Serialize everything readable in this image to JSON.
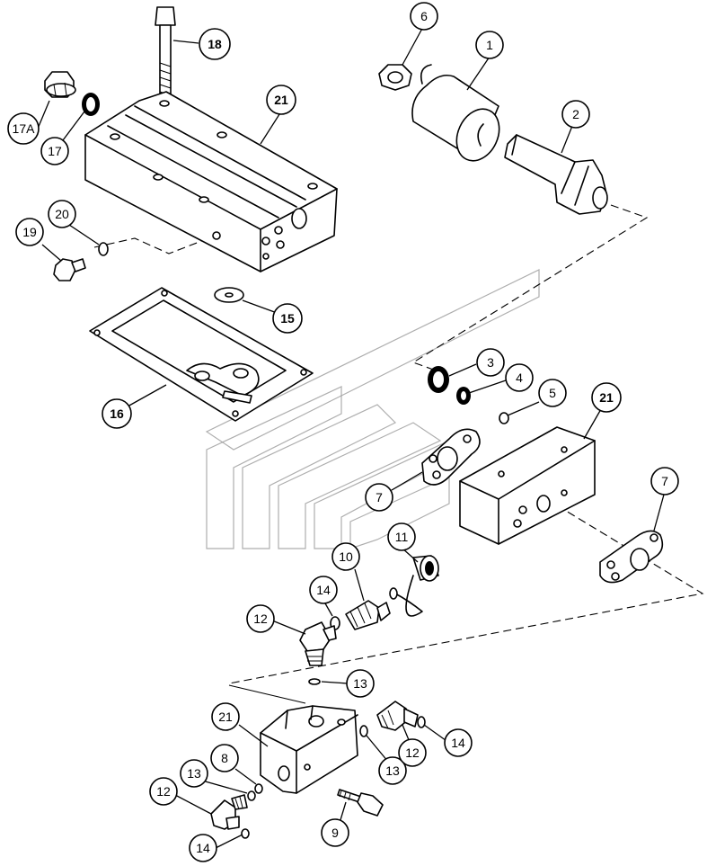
{
  "callouts": [
    {
      "id": "c18",
      "label": "18",
      "bold": true
    },
    {
      "id": "c6",
      "label": "6",
      "bold": false
    },
    {
      "id": "c1",
      "label": "1",
      "bold": false
    },
    {
      "id": "c17a",
      "label": "17A",
      "bold": false
    },
    {
      "id": "c17",
      "label": "17",
      "bold": false
    },
    {
      "id": "c21a",
      "label": "21",
      "bold": true
    },
    {
      "id": "c2",
      "label": "2",
      "bold": false
    },
    {
      "id": "c20",
      "label": "20",
      "bold": false
    },
    {
      "id": "c19",
      "label": "19",
      "bold": false
    },
    {
      "id": "c15",
      "label": "15",
      "bold": true
    },
    {
      "id": "c16",
      "label": "16",
      "bold": true
    },
    {
      "id": "c3",
      "label": "3",
      "bold": false
    },
    {
      "id": "c4",
      "label": "4",
      "bold": false
    },
    {
      "id": "c5",
      "label": "5",
      "bold": false
    },
    {
      "id": "c21b",
      "label": "21",
      "bold": true
    },
    {
      "id": "c7a",
      "label": "7",
      "bold": false
    },
    {
      "id": "c7b",
      "label": "7",
      "bold": false
    },
    {
      "id": "c10",
      "label": "10",
      "bold": false
    },
    {
      "id": "c11",
      "label": "11",
      "bold": false
    },
    {
      "id": "c14a",
      "label": "14",
      "bold": false
    },
    {
      "id": "c12a",
      "label": "12",
      "bold": false
    },
    {
      "id": "c13a",
      "label": "13",
      "bold": false
    },
    {
      "id": "c21c",
      "label": "21",
      "bold": false
    },
    {
      "id": "c8",
      "label": "8",
      "bold": false
    },
    {
      "id": "c13b",
      "label": "13",
      "bold": false
    },
    {
      "id": "c12b",
      "label": "12",
      "bold": false
    },
    {
      "id": "c14b",
      "label": "14",
      "bold": false
    },
    {
      "id": "c13c",
      "label": "13",
      "bold": false
    },
    {
      "id": "c12c",
      "label": "12",
      "bold": false
    },
    {
      "id": "c14c",
      "label": "14",
      "bold": false
    },
    {
      "id": "c9",
      "label": "9",
      "bold": false
    }
  ]
}
